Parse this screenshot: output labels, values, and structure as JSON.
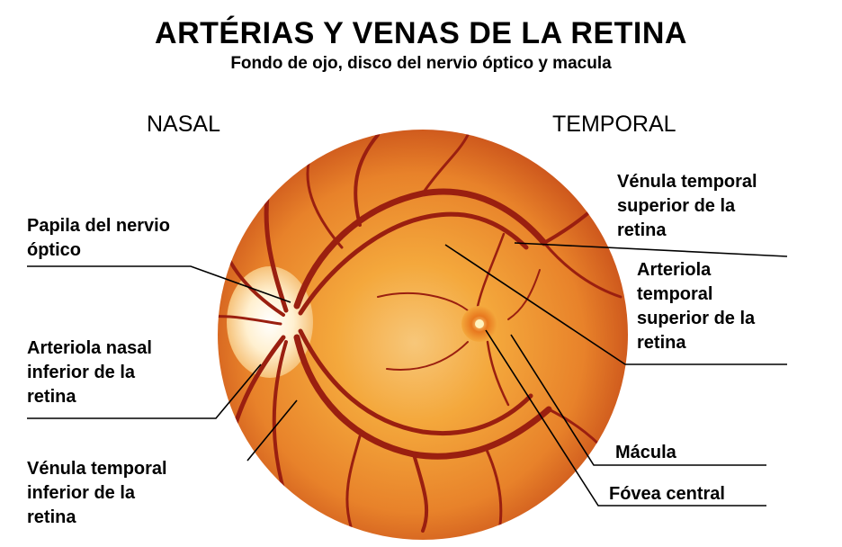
{
  "title": "ARTÉRIAS Y VENAS DE LA RETINA",
  "subtitle": "Fondo de ojo, disco del nervio óptico y macula",
  "sides": {
    "nasal": "NASAL",
    "temporal": "TEMPORAL"
  },
  "labels": {
    "papila": [
      "Papila del nervio",
      "óptico"
    ],
    "arteriola_nasal_inferior": [
      "Arteriola nasal",
      "inferior de la",
      "retina"
    ],
    "venula_temporal_inferior": [
      "Vénula temporal",
      "inferior de la",
      "retina"
    ],
    "venula_temporal_superior": [
      "Vénula temporal",
      "superior de la",
      "retina"
    ],
    "arteriola_temporal_superior": [
      "Arteriola",
      "temporal",
      "superior de la",
      "retina"
    ],
    "macula": "Mácula",
    "fovea": "Fóvea central"
  },
  "colors": {
    "fundus_outer": "#d9601a",
    "fundus_inner": "#f4a83c",
    "vessel": "#9a1f10",
    "disc": "#fff4dc",
    "leader_line": "#000000"
  }
}
